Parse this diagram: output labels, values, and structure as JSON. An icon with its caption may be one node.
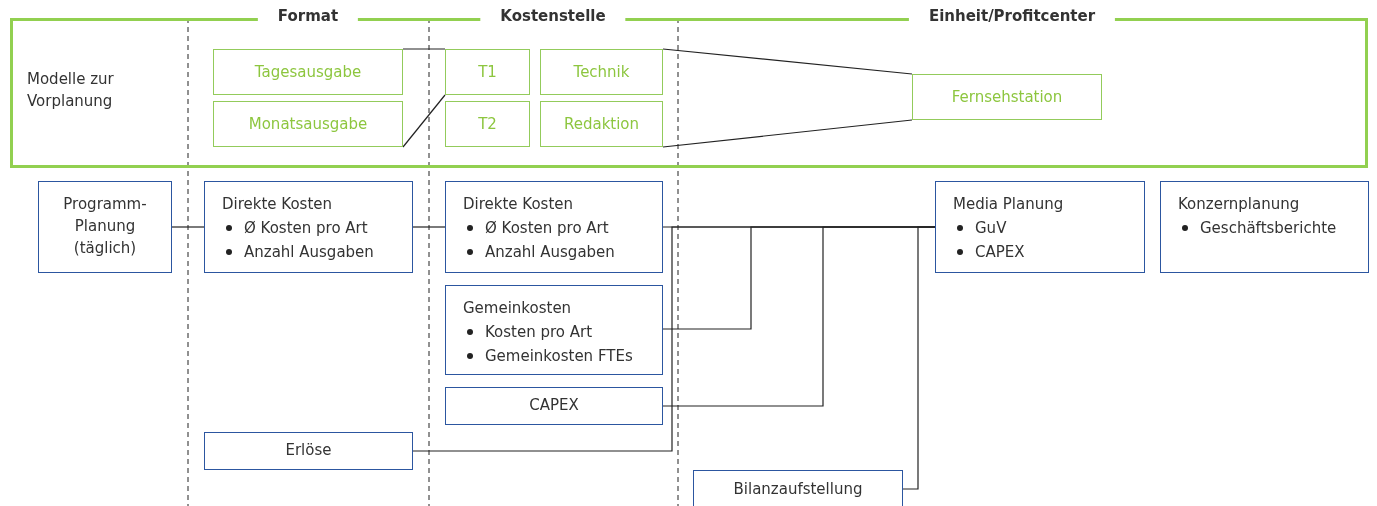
{
  "diagram": {
    "nodes": [
      {
        "text": [
          "Modelle zur Vorplanung"
        ]
      },
      {
        "text": [
          "Tagesausgabe"
        ],
        "in": 0
      },
      {
        "text": [
          "Monatsausgabe"
        ],
        "in": 0
      },
      {
        "text": [
          "T1"
        ],
        "in": 0
      },
      {
        "text": [
          "T2"
        ],
        "in": 0
      },
      {
        "text": [
          "Technik"
        ],
        "in": 0
      },
      {
        "text": [
          "Redaktion"
        ],
        "in": 0
      },
      {
        "text": [
          "Fernsehstation"
        ],
        "in": 0
      },
      {
        "text": [
          "Programm-Planung (täglich)"
        ]
      },
      {
        "text": [
          "Direkte Kosten",
          "Ø Kosten pro Art",
          "Anzahl Ausgaben"
        ]
      },
      {
        "text": [
          "Direkte Kosten",
          "Ø Kosten pro Art",
          "Anzahl Ausgaben"
        ]
      },
      {
        "text": [
          "Gemeinkosten",
          "Kosten pro Art",
          "Gemeinkosten FTEs"
        ]
      },
      {
        "text": [
          "CAPEX"
        ]
      },
      {
        "text": [
          "Erlöse"
        ]
      },
      {
        "text": [
          "Bilanzaufstellung"
        ]
      },
      {
        "text": [
          "Media Planung",
          "GuV",
          "CAPEX"
        ]
      },
      {
        "text": [
          "Konzernplanung",
          "Geschäftsberichte"
        ]
      }
    ],
    "edges": [
      {
        "from": 1,
        "to": 3,
        "arrow": "none"
      },
      {
        "from": 2,
        "to": 3,
        "arrow": "none"
      },
      {
        "from": 5,
        "to": 7,
        "arrow": "none"
      },
      {
        "from": 6,
        "to": 7,
        "arrow": "none"
      },
      {
        "from": 8,
        "to": 9,
        "arrow": "none"
      },
      {
        "from": 9,
        "to": 10,
        "arrow": "none"
      },
      {
        "from": 10,
        "to": 15,
        "arrow": "none"
      },
      {
        "from": 11,
        "to": 15,
        "arrow": "none"
      },
      {
        "from": 12,
        "to": 15,
        "arrow": "none"
      },
      {
        "from": 13,
        "to": 15,
        "arrow": "none"
      },
      {
        "from": 14,
        "to": 15,
        "arrow": "none"
      }
    ],
    "labels": [
      "Format",
      "Kostenstelle",
      "Einheit/Profitcenter"
    ]
  }
}
